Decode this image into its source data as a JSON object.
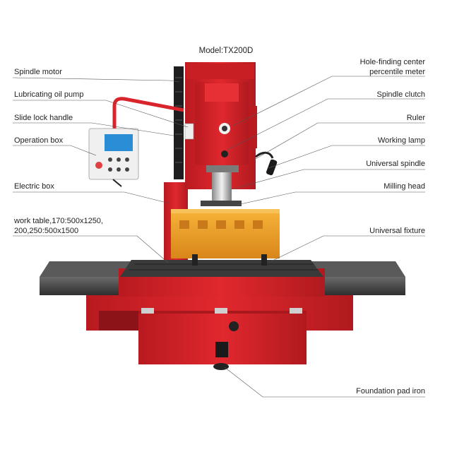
{
  "title": "Model:TX200D",
  "labels_left": {
    "spindle_motor": "Spindle motor",
    "lubricating_oil_pump": "Lubricating oil pump",
    "slide_lock_handle": "Slide lock handle",
    "operation_box": "Operation box",
    "electric_box": "Electric box",
    "work_table_line1": "work table,170:500x1250,",
    "work_table_line2": "200,250:500x1500"
  },
  "labels_right": {
    "hole_finding_line1": "Hole-finding center",
    "hole_finding_line2": "percentile meter",
    "spindle_clutch": "Spindle clutch",
    "ruler": "Ruler",
    "working_lamp": "Working lamp",
    "universal_spindle": "Universal spindle",
    "milling_head": "Milling head",
    "universal_fixture": "Universal fixture",
    "foundation_pad_iron": "Foundation pad iron"
  },
  "colors": {
    "machine_red": "#d8242a",
    "machine_red_dark": "#a8181d",
    "table_grey": "#4a4a4a",
    "block_orange": "#f0a224",
    "leader_line": "#555555"
  }
}
